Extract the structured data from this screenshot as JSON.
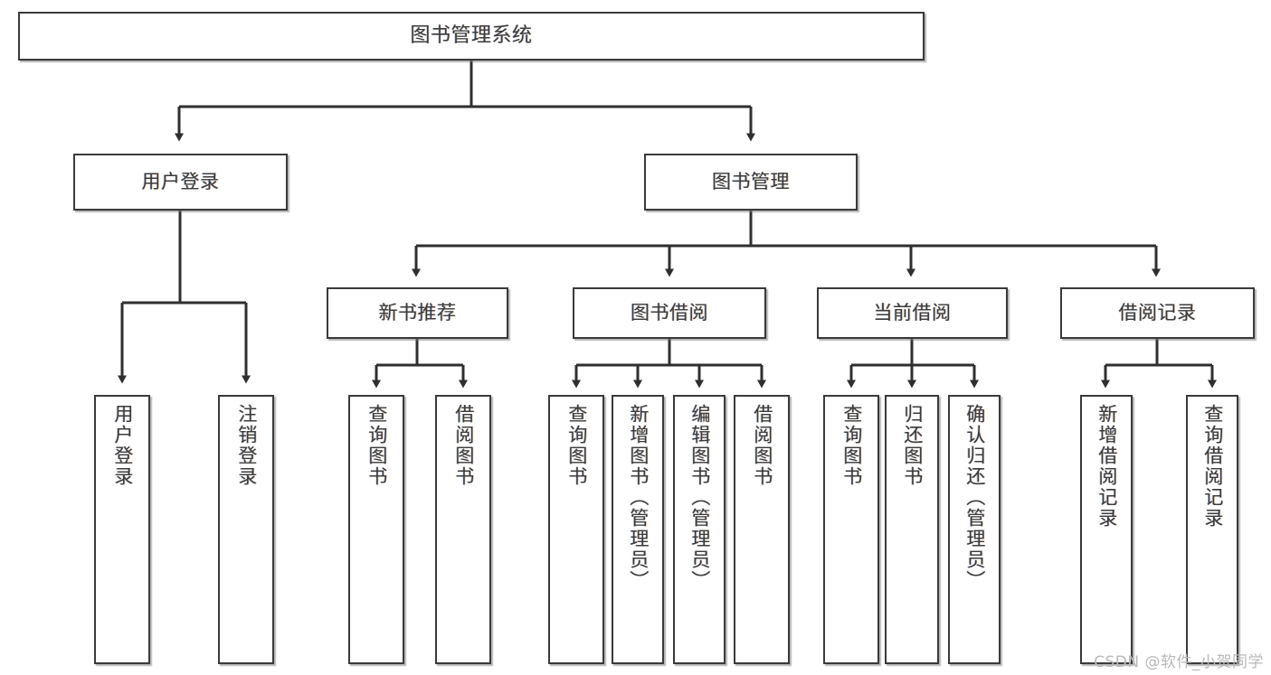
{
  "diagram": {
    "type": "tree",
    "title": "图书管理系统",
    "watermark": "CSDN @软件_小贺同学",
    "colors": {
      "border": "#3a3a3a",
      "fill": "#ffffff",
      "text": "#3b3b3b",
      "connector": "#2f2f2f",
      "watermark": "#b9b9b9"
    },
    "nodes": {
      "root": {
        "label": "图书管理系统"
      },
      "level2": [
        {
          "label": "用户登录"
        },
        {
          "label": "图书管理"
        }
      ],
      "level3": [
        {
          "label": "新书推荐"
        },
        {
          "label": "图书借阅"
        },
        {
          "label": "当前借阅"
        },
        {
          "label": "借阅记录"
        }
      ],
      "leaves": {
        "user_login": [
          {
            "label": "用户登录"
          },
          {
            "label": "注销登录"
          }
        ],
        "new_book_recommend": [
          {
            "label": "查询图书"
          },
          {
            "label": "借阅图书"
          }
        ],
        "book_borrow": [
          {
            "label": "查询图书"
          },
          {
            "label": "新增图书（管理员）"
          },
          {
            "label": "编辑图书（管理员）"
          },
          {
            "label": "借阅图书"
          }
        ],
        "current_borrow": [
          {
            "label": "查询图书"
          },
          {
            "label": "归还图书"
          },
          {
            "label": "确认归还（管理员）"
          }
        ],
        "borrow_record": [
          {
            "label": "新增借阅记录"
          },
          {
            "label": "查询借阅记录"
          }
        ]
      }
    }
  }
}
